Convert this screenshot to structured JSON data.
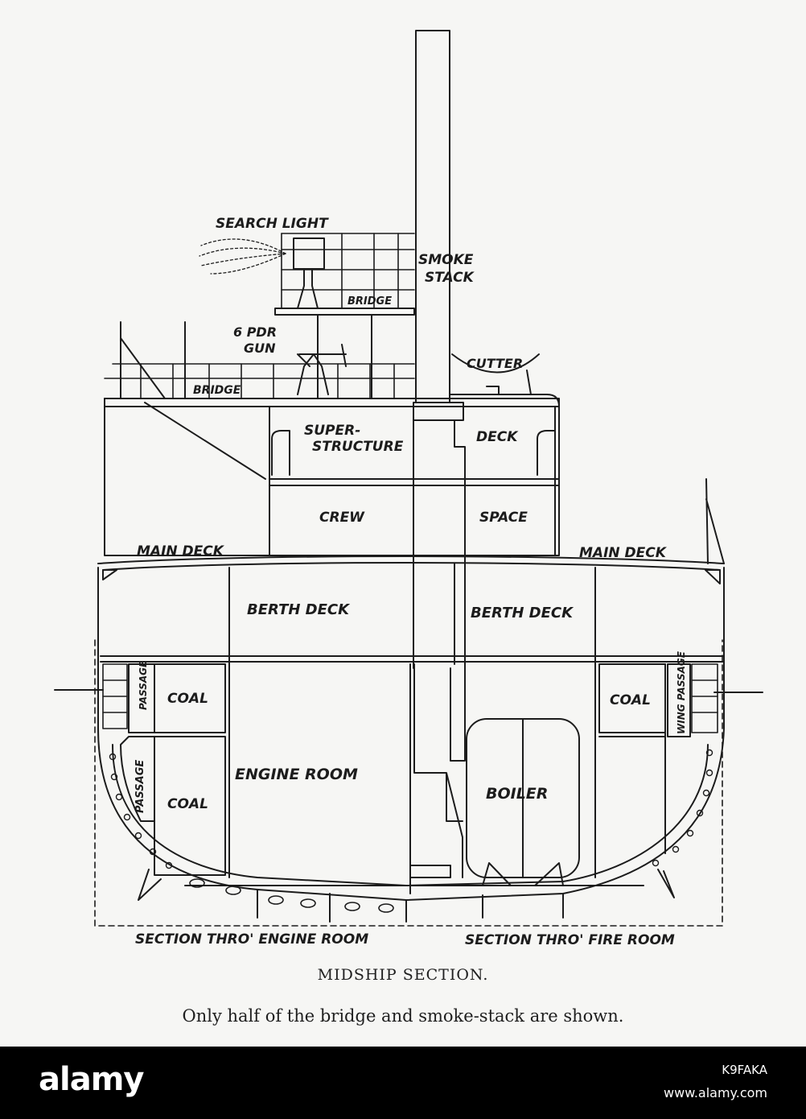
{
  "diagram": {
    "labels": {
      "search_light": "SEARCH LIGHT",
      "smoke_stack_1": "SMOKE",
      "smoke_stack_2": "STACK",
      "upper_bridge": "BRIDGE",
      "gun_1": "6 PDR",
      "gun_2": "GUN",
      "cutter": "CUTTER",
      "lower_bridge": "BRIDGE",
      "superstructure_1": "SUPER-",
      "superstructure_2": "STRUCTURE",
      "deck": "DECK",
      "crew": "CREW",
      "space": "SPACE",
      "main_deck_left": "MAIN DECK",
      "main_deck_right": "MAIN DECK",
      "berth_deck_left": "BERTH DECK",
      "berth_deck_right": "BERTH DECK",
      "passage_upper": "PASSAGE",
      "passage_lower": "PASSAGE",
      "coal_upper_left": "COAL",
      "coal_lower_left": "COAL",
      "coal_right": "COAL",
      "wing_passage": "WING PASSAGE",
      "engine_room": "ENGINE ROOM",
      "boiler": "BOILER",
      "section_engine": "SECTION THRO' ENGINE ROOM",
      "section_fire": "SECTION THRO' FIRE ROOM"
    }
  },
  "caption": {
    "title": "MIDSHIP SECTION.",
    "subtitle": "Only half of the bridge and smoke-stack are shown."
  },
  "footer": {
    "logo": "alamy",
    "image_id": "K9FAKA",
    "site": "www.alamy.com"
  }
}
